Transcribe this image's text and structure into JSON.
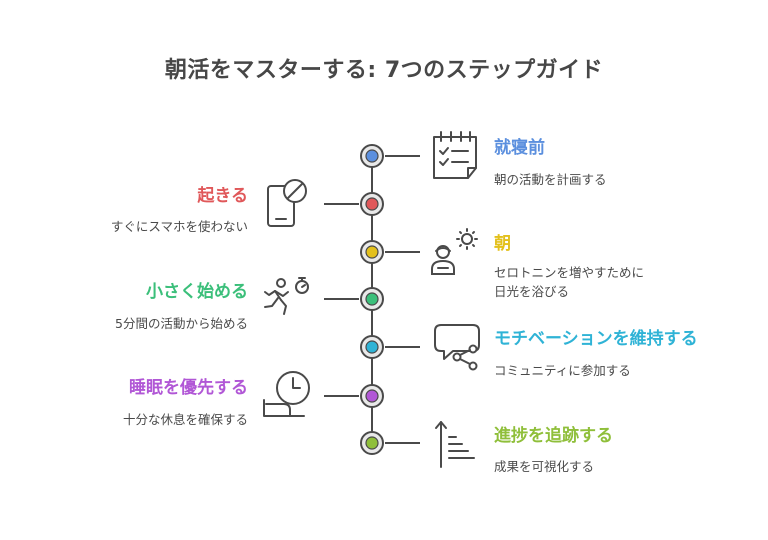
{
  "title": "朝活をマスターする: 7つのステップガイド",
  "steps": [
    {
      "heading": "就寝前",
      "description": "朝の活動を計画する",
      "color": "#5b8fde",
      "icon": "checklist-icon"
    },
    {
      "heading": "起きる",
      "description": "すぐにスマホを使わない",
      "color": "#e0585a",
      "icon": "no-phone-icon"
    },
    {
      "heading": "朝",
      "description": "セロトニンを増やすために\n日光を浴びる",
      "color": "#e3c01c",
      "icon": "sun-person-icon"
    },
    {
      "heading": "小さく始める",
      "description": "5分間の活動から始める",
      "color": "#3bbf7a",
      "icon": "runner-timer-icon"
    },
    {
      "heading": "モチベーションを維持する",
      "description": "コミュニティに参加する",
      "color": "#2fb3d6",
      "icon": "community-chat-icon"
    },
    {
      "heading": "睡眠を優先する",
      "description": "十分な休息を確保する",
      "color": "#b157d6",
      "icon": "bed-clock-icon"
    },
    {
      "heading": "進捗を追跡する",
      "description": "成果を可視化する",
      "color": "#8fbf3a",
      "icon": "progress-bars-icon"
    }
  ]
}
